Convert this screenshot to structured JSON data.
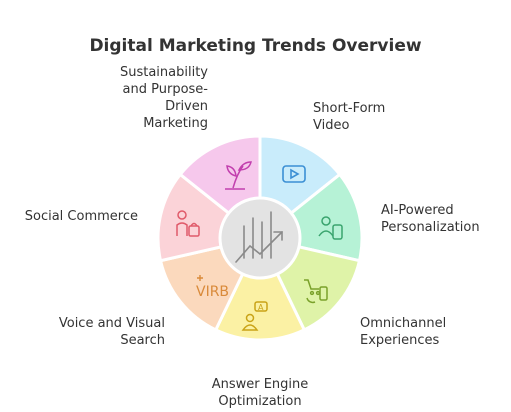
{
  "title": "Digital Marketing Trends Overview",
  "segments": [
    {
      "label": "Short-Form\nVideo",
      "color": "#c9ecfb",
      "icon": "play-video-icon"
    },
    {
      "label": "AI-Powered\nPersonalization",
      "color": "#b6f2d6",
      "icon": "person-device-icon"
    },
    {
      "label": "Omnichannel\nExperiences",
      "color": "#dff3a8",
      "icon": "cart-phone-icon"
    },
    {
      "label": "Answer Engine\nOptimization",
      "color": "#fbf1a4",
      "icon": "search-answer-icon"
    },
    {
      "label": "Voice and Visual\nSearch",
      "color": "#fbd9bd",
      "icon": "vrb-text-icon"
    },
    {
      "label": "Social Commerce",
      "color": "#fbd3d8",
      "icon": "person-bag-icon"
    },
    {
      "label": "Sustainability\nand Purpose-\nDriven\nMarketing",
      "color": "#f6c8ec",
      "icon": "plant-icon"
    }
  ],
  "center": {
    "color": "#e3e3e3",
    "icon": "trend-chart-icon"
  },
  "vrb_text": "VIRB"
}
